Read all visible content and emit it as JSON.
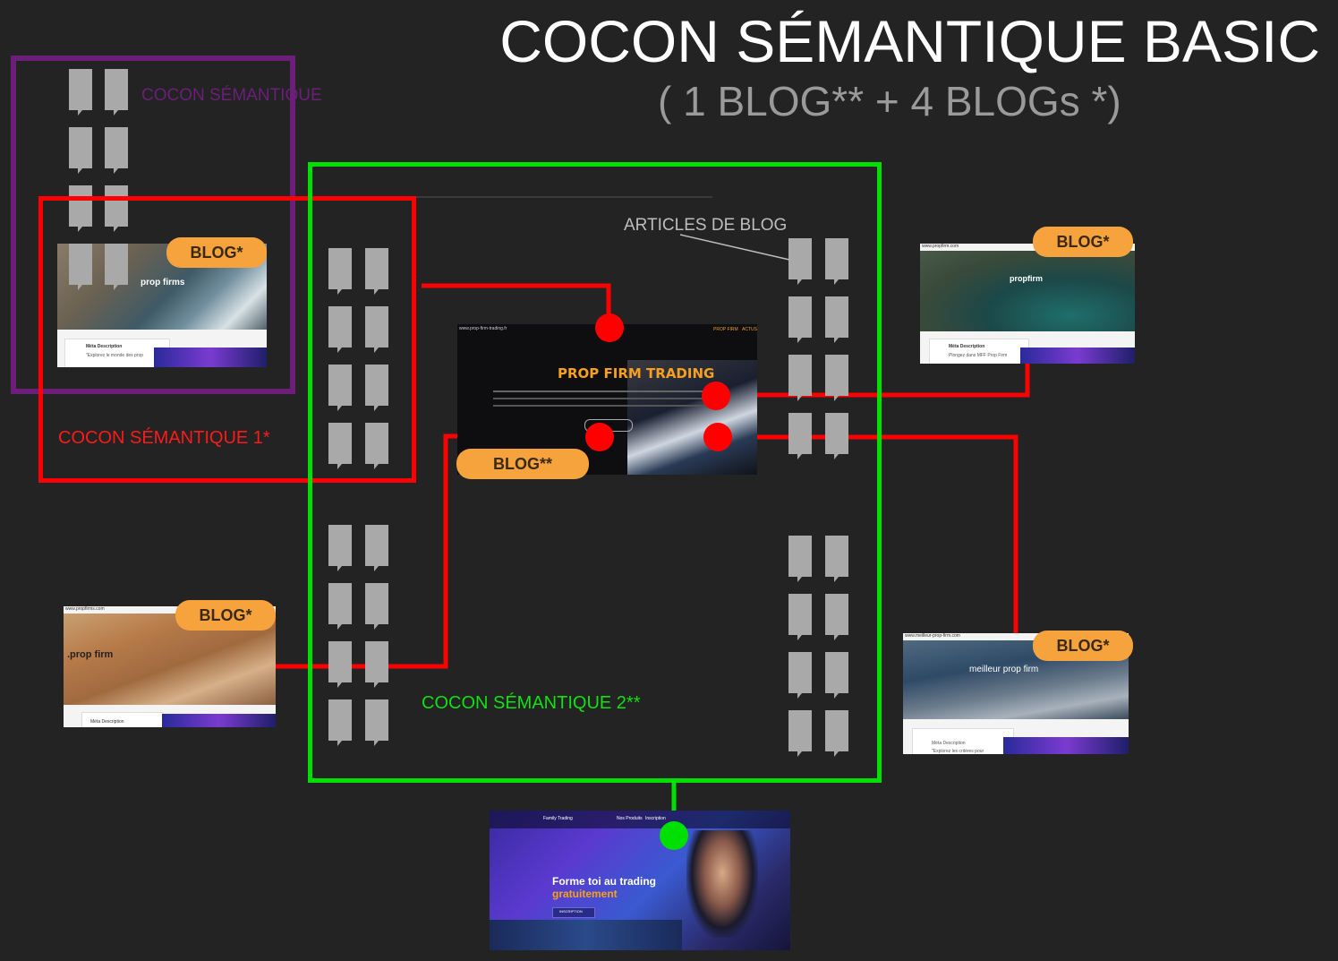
{
  "title": "COCON SÉMANTIQUE BASIC",
  "subtitle": "( 1 BLOG** + 4 BLOGs *)",
  "labels": {
    "cocon_semantique": "COCON SÉMANTIQUE",
    "cocon_1": "COCON SÉMANTIQUE 1*",
    "cocon_2": "COCON SÉMANTIQUE 2**",
    "articles": "ARTICLES DE BLOG"
  },
  "badges": {
    "blog_star": "BLOG*",
    "blog_double_star": "BLOG**"
  },
  "colors": {
    "background": "#232323",
    "purple": "#6b1f7a",
    "red": "#ff0000",
    "green": "#00e000",
    "badge": "#f7a33d",
    "page_icon": "#a9a9a9"
  },
  "screenshots": {
    "top_left": {
      "heading": "prop firms",
      "meta": "Méta Description",
      "meta_sub": "\"Explorez le monde des prop"
    },
    "center": {
      "url": "www.prop-firm-trading.fr",
      "nav1": "PROP FIRM",
      "nav2": "ACTUS",
      "heading": "PROP FIRM TRADING"
    },
    "top_right": {
      "url": "www.propfirm.com",
      "heading": "propfirm",
      "meta": "Méta Description",
      "meta_sub": "Plongez dans MFF Prop Firm"
    },
    "bottom_left": {
      "url": "www.propfirms.com",
      "heading": ".prop firm",
      "meta": "Méta Description"
    },
    "bottom_right": {
      "url": "www.meilleur-prop-firm.com",
      "heading": "meilleur prop firm",
      "meta": "Méta Description",
      "meta_sub": "\"Explorez les critères pour"
    },
    "bottom_center": {
      "brand": "Family Trading",
      "nav1": "Nos Produits",
      "nav2": "Inscription",
      "headline": "Forme toi au trading",
      "headline2": "gratuitement",
      "button": "INSCRIPTION"
    }
  }
}
